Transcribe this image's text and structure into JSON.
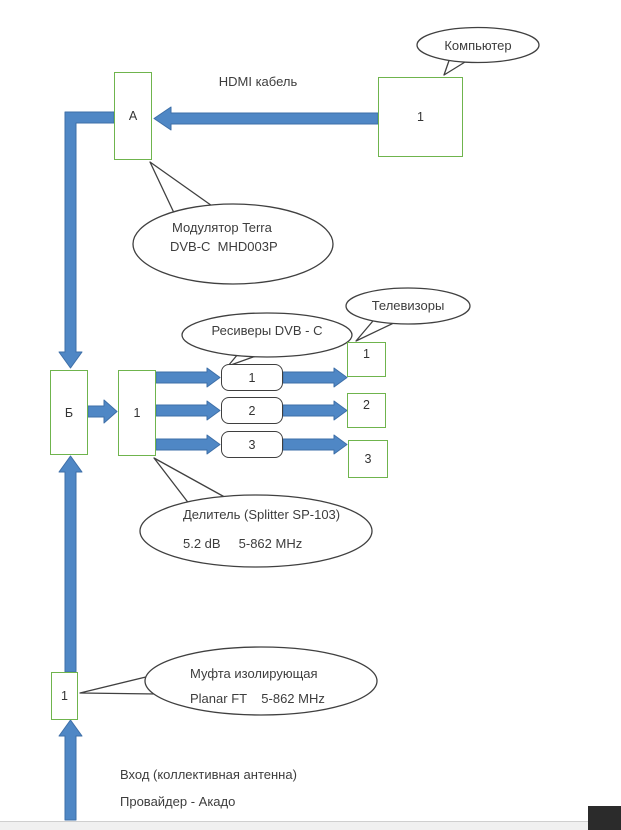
{
  "colors": {
    "arrow_blue": "#4f87c5",
    "arrow_blue_border": "#3e6fa8",
    "box_green": "#6fb44d",
    "line_dark": "#404040",
    "strip_gray": "#f0f0f0",
    "dark_corner": "#2b2b2b"
  },
  "labels": {
    "hdmi_cable": "HDMI кабель",
    "input_line1": "Вход (коллективная антенна)",
    "input_line2": "Провайдер - Акадо"
  },
  "callouts": {
    "computer": {
      "text": "Компьютер"
    },
    "modulator": {
      "line1": "Модулятор Terra",
      "line2": "DVB-C  MHD003P"
    },
    "receivers": {
      "text": "Ресиверы DVB - C"
    },
    "tvs": {
      "text": "Телевизоры"
    },
    "splitter": {
      "line1": "Делитель (Splitter SP-103)",
      "line2": "5.2 dB     5-862 MHz"
    },
    "coupling": {
      "line1": "Муфта изолирующая",
      "line2": "Planar FT    5-862 MHz"
    }
  },
  "nodes": {
    "computer": "1",
    "modulator": "А",
    "distributor": "Б",
    "splitter": "1",
    "receiver1": "1",
    "receiver2": "2",
    "receiver3": "3",
    "tv1": "1",
    "tv2": "2",
    "tv3": "3",
    "coupling": "1"
  }
}
